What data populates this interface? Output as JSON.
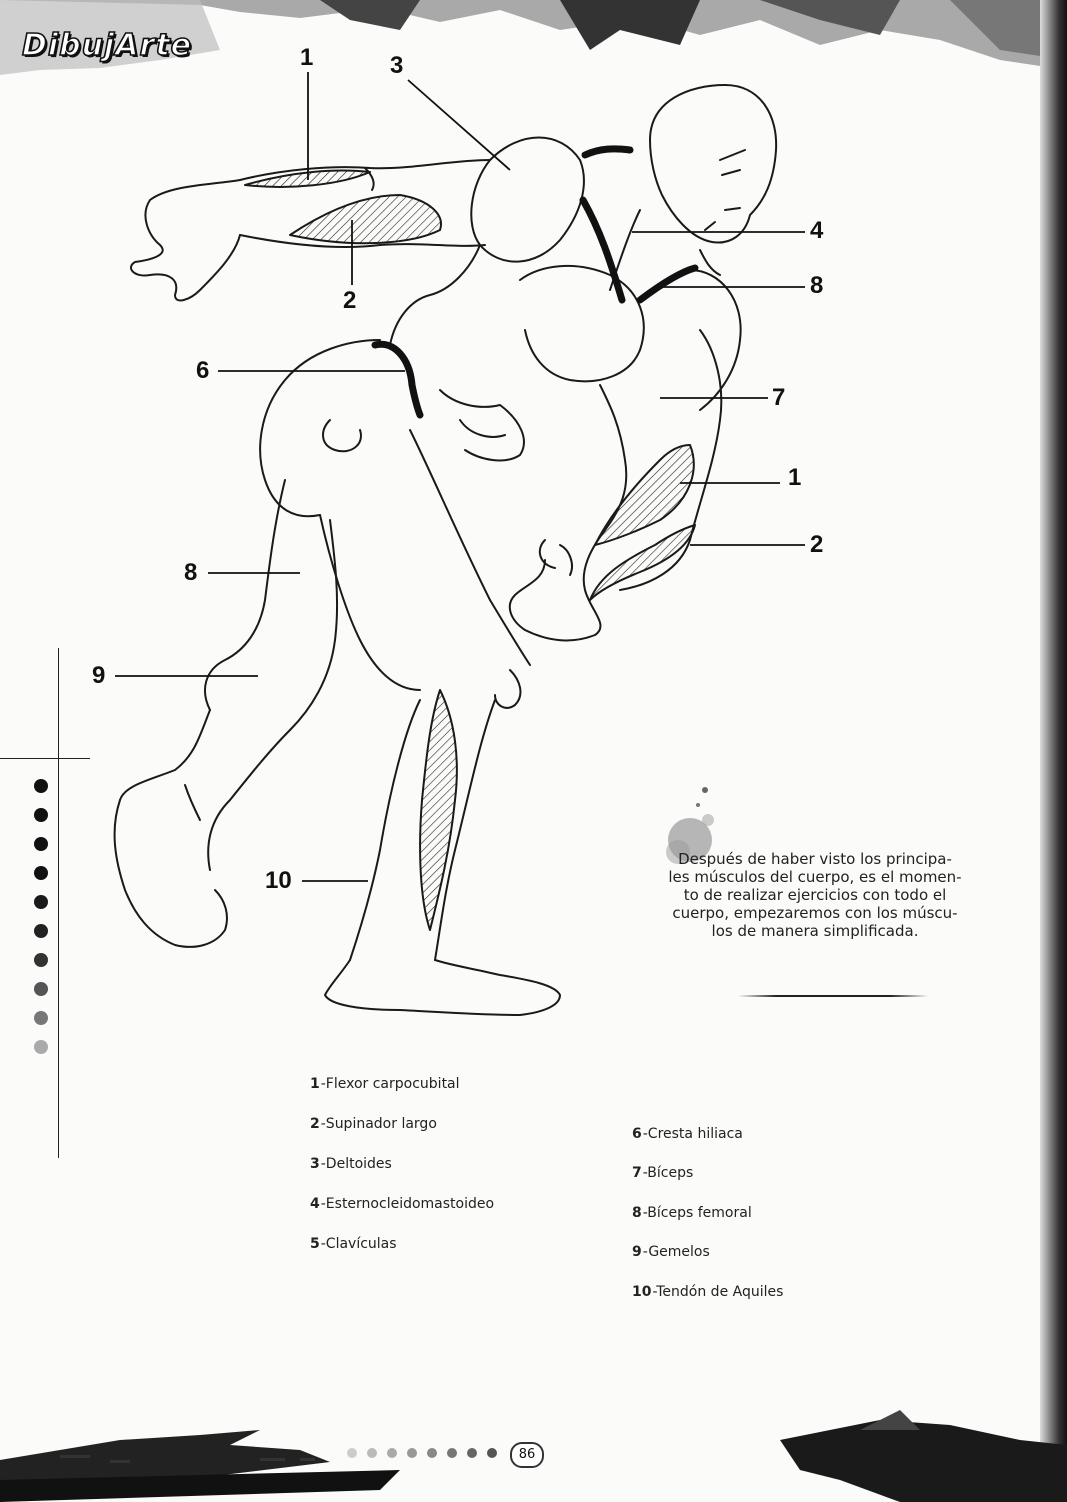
{
  "header": {
    "logo_text": "DibujArte"
  },
  "figure": {
    "callouts": [
      "1",
      "3",
      "2",
      "4",
      "8",
      "6",
      "7",
      "1",
      "2",
      "8",
      "9",
      "10"
    ]
  },
  "intro_text": {
    "lines": [
      "Después de haber visto los principa-",
      "les músculos del cuerpo, es el momen-",
      "to de realizar ejercicios con todo el",
      "cuerpo, empezaremos con los múscu-",
      "los de manera simplificada."
    ]
  },
  "legend": {
    "left": [
      {
        "number": "1",
        "label": "-Flexor carpocubital"
      },
      {
        "number": "2",
        "label": "-Supinador largo"
      },
      {
        "number": "3",
        "label": "-Deltoides"
      },
      {
        "number": "4",
        "label": "-Esternocleidomastoideo"
      },
      {
        "number": "5",
        "label": "-Clavículas"
      }
    ],
    "right": [
      {
        "number": "6",
        "label": "-Cresta hiliaca"
      },
      {
        "number": "7",
        "label": "-Bíceps"
      },
      {
        "number": "8",
        "label": "-Bíceps femoral"
      },
      {
        "number": "9",
        "label": "-Gemelos"
      },
      {
        "number": "10",
        "label": "-Tendón de Aquiles"
      }
    ]
  },
  "footer": {
    "page_number": "86"
  },
  "colors": {
    "ink": "#111111",
    "paper": "#fbfbfa",
    "grunge": "#8a8a8a",
    "dots_dark": "#111111",
    "dots_light": "#bbbbbb"
  }
}
